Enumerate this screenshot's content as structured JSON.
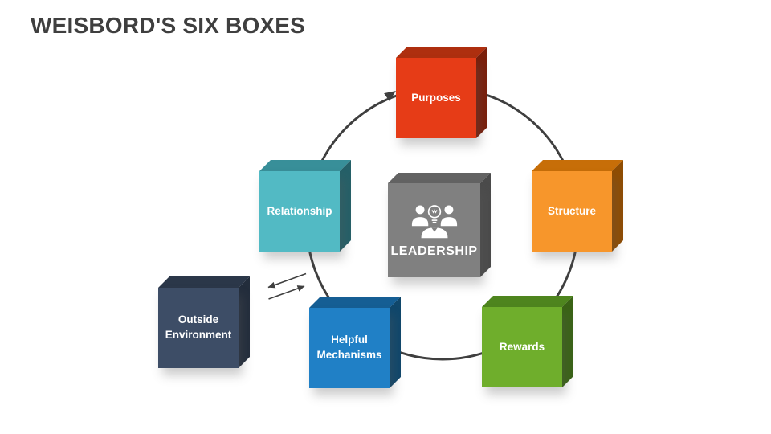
{
  "slide": {
    "title": "WEISBORD'S SIX BOXES",
    "title_color": "#3F3F3F",
    "background": "#FFFFFF"
  },
  "diagram": {
    "type": "cycle",
    "connector_color": "#3F3F3F",
    "exchange_arrow_color": "#404040",
    "center": {
      "label": "LEADERSHIP",
      "icon": "team-leadership-idea-icon",
      "colors": {
        "front": "#808080",
        "top": "#636363",
        "side": "#4B4B4B"
      }
    },
    "boxes": [
      {
        "id": "purposes",
        "label": "Purposes",
        "colors": {
          "front": "#E63C17",
          "top": "#AE2F0F",
          "side": "#7A1F0B"
        }
      },
      {
        "id": "structure",
        "label": "Structure",
        "colors": {
          "front": "#F7962B",
          "top": "#C76E08",
          "side": "#8F4D03"
        }
      },
      {
        "id": "rewards",
        "label": "Rewards",
        "colors": {
          "front": "#6FAE2C",
          "top": "#4E851E",
          "side": "#3A6316"
        }
      },
      {
        "id": "helpful-mechanisms",
        "label": "Helpful Mechanisms",
        "colors": {
          "front": "#2080C6",
          "top": "#155E94",
          "side": "#10476B"
        }
      },
      {
        "id": "relationship",
        "label": "Relationship",
        "colors": {
          "front": "#52BAC4",
          "top": "#388F99",
          "side": "#256068"
        }
      },
      {
        "id": "outside-environment",
        "label": "Outside Environment",
        "colors": {
          "front": "#3D4D66",
          "top": "#2B3749",
          "side": "#232D3C"
        }
      }
    ]
  }
}
